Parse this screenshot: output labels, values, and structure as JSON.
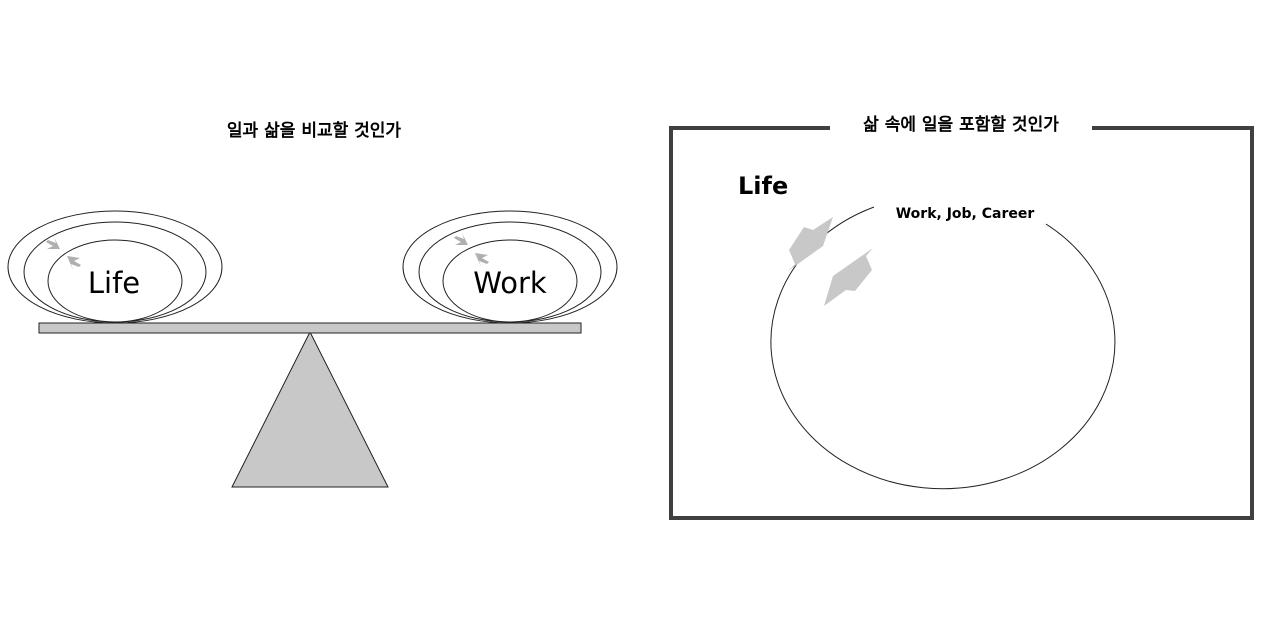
{
  "left_panel": {
    "title": "일과 삶을 비교할 것인가",
    "left_plate_label": "Life",
    "right_plate_label": "Work"
  },
  "right_panel": {
    "title": "삶 속에 일을 포함할 것인가",
    "outer_label": "Life",
    "inner_label": "Work, Job, Career"
  },
  "colors": {
    "shape_fill": "#c8c8c8",
    "frame_stroke": "#404040",
    "line": "#222222"
  }
}
